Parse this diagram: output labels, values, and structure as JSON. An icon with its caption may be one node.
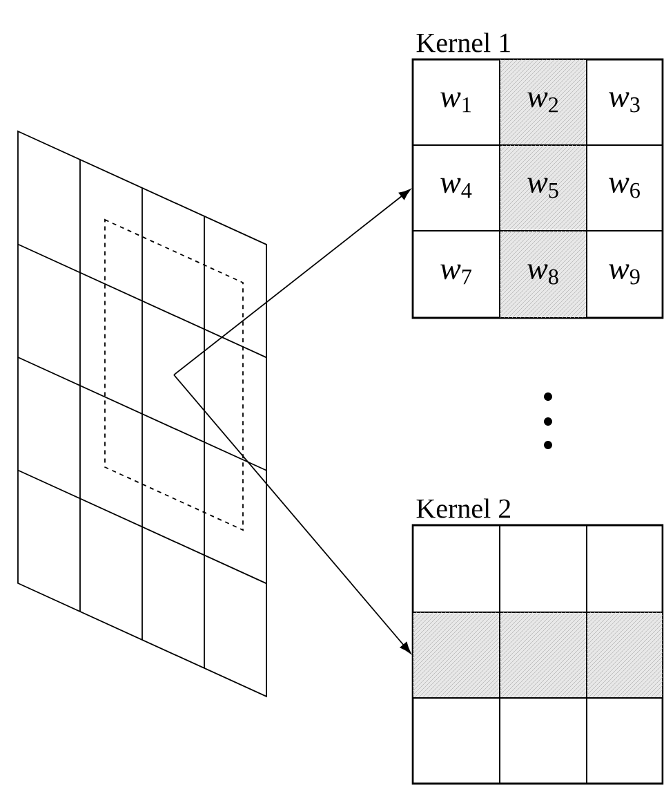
{
  "diagram": {
    "nodes": [
      {
        "text": [],
        "shape": "box"
      },
      {
        "text": [],
        "shape": "box",
        "in": 0
      },
      {
        "text": [
          "Kernel 1"
        ]
      },
      {
        "text": [
          "*w*$_{1}$"
        ],
        "in": 2
      },
      {
        "text": [
          "*w*$_{2}$"
        ],
        "in": 2
      },
      {
        "text": [
          "*w*$_{3}$"
        ],
        "in": 2
      },
      {
        "text": [
          "*w*$_{4}$"
        ],
        "in": 2
      },
      {
        "text": [
          "*w*$_{5}$"
        ],
        "in": 2
      },
      {
        "text": [
          "*w*$_{6}$"
        ],
        "in": 2
      },
      {
        "text": [
          "*w*$_{7}$"
        ],
        "in": 2
      },
      {
        "text": [
          "*w*$_{8}$"
        ],
        "in": 2
      },
      {
        "text": [
          "*w*$_{9}$"
        ],
        "in": 2
      },
      {
        "text": [
          "Kernel 2"
        ]
      },
      {
        "text": [],
        "shape": "box",
        "in": 12
      },
      {
        "text": [],
        "shape": "box",
        "in": 12
      },
      {
        "text": [],
        "shape": "box",
        "in": 12
      },
      {
        "text": [],
        "shape": "box",
        "in": 12
      },
      {
        "text": [],
        "shape": "box",
        "in": 12
      },
      {
        "text": [],
        "shape": "box",
        "in": 12
      },
      {
        "text": [],
        "shape": "box",
        "in": 12
      },
      {
        "text": [],
        "shape": "box",
        "in": 12
      },
      {
        "text": [],
        "shape": "box",
        "in": 12
      }
    ],
    "edges": [
      {
        "from": 1,
        "to": 6,
        "arrow": "to"
      },
      {
        "from": 1,
        "to": 16,
        "arrow": "to"
      }
    ]
  }
}
